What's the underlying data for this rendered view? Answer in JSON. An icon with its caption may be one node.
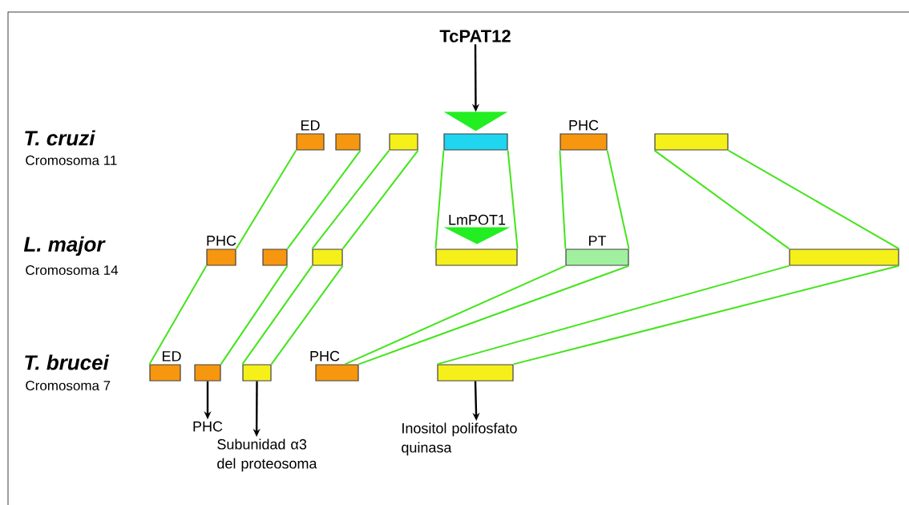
{
  "diagram": {
    "nodes": [
      {
        "text": [
          "TcPAT12"
        ]
      },
      {
        "text": [],
        "shape": "triangle"
      },
      {
        "text": [
          "ED"
        ]
      },
      {
        "text": [],
        "shape": "box"
      },
      {
        "text": [],
        "shape": "box"
      },
      {
        "text": [],
        "shape": "box"
      },
      {
        "text": [
          "PHC"
        ]
      },
      {
        "text": [],
        "shape": "box"
      },
      {
        "text": [
          "PHC"
        ]
      },
      {
        "text": [],
        "shape": "box"
      },
      {
        "text": [],
        "shape": "box"
      },
      {
        "text": [],
        "shape": "triangle"
      },
      {
        "text": [
          "LmPOT1"
        ]
      },
      {
        "text": [
          "PT"
        ]
      },
      {
        "text": [],
        "shape": "box"
      },
      {
        "text": [
          "ED"
        ]
      },
      {
        "text": [],
        "shape": "box"
      },
      {
        "text": [],
        "shape": "box"
      },
      {
        "text": [
          "PHC"
        ]
      },
      {
        "text": [],
        "shape": "box"
      },
      {
        "text": [
          "PHC"
        ]
      },
      {
        "text": [
          "Subunidad α3 del proteosoma"
        ]
      },
      {
        "text": [
          "Inositol polifosfato quinasa"
        ]
      }
    ],
    "edges": [
      {
        "from": 0,
        "to": 1,
        "arrow": "to",
        "color": "#000000"
      },
      {
        "from": 2,
        "to": 8,
        "arrow": "none"
      },
      {
        "from": 3,
        "to": 9,
        "arrow": "none"
      },
      {
        "from": 4,
        "to": 10,
        "arrow": "none"
      },
      {
        "from": 4,
        "to": 10,
        "arrow": "none"
      },
      {
        "from": 5,
        "to": 12,
        "arrow": "none"
      },
      {
        "from": 5,
        "to": 12,
        "arrow": "none"
      },
      {
        "from": 6,
        "to": 13,
        "arrow": "none"
      },
      {
        "from": 6,
        "to": 13,
        "arrow": "none"
      },
      {
        "from": 7,
        "to": 14,
        "arrow": "none"
      },
      {
        "from": 7,
        "to": 14,
        "arrow": "none"
      },
      {
        "from": 8,
        "to": 15,
        "arrow": "none"
      },
      {
        "from": 9,
        "to": 16,
        "arrow": "none"
      },
      {
        "from": 10,
        "to": 17,
        "arrow": "none"
      },
      {
        "from": 10,
        "to": 17,
        "arrow": "none"
      },
      {
        "from": 13,
        "to": 18,
        "arrow": "none"
      },
      {
        "from": 13,
        "to": 18,
        "arrow": "none"
      },
      {
        "from": 14,
        "to": 19,
        "arrow": "none"
      },
      {
        "from": 14,
        "to": 19,
        "arrow": "none"
      },
      {
        "from": 16,
        "to": 20,
        "arrow": "to",
        "color": "#000000"
      },
      {
        "from": 17,
        "to": 21,
        "arrow": "to",
        "color": "#000000"
      },
      {
        "from": 19,
        "to": 22,
        "arrow": "to",
        "color": "#000000"
      }
    ],
    "labels": [
      "T. cruzi",
      "Cromosoma 11",
      "L. major",
      "Cromosoma 14",
      "T. brucei",
      "Cromosoma 7"
    ]
  }
}
